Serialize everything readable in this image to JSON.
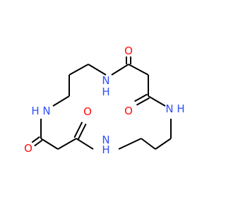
{
  "molecule": {
    "colors": {
      "bond": "#000000",
      "nitrogen": "#3050F8",
      "oxygen": "#FF0D0D"
    },
    "atom_labels": {
      "o_top": "O",
      "nh_top_left": "N",
      "h_top_left": "H",
      "o_mid": "O",
      "nh_right": "N",
      "h_right": "H",
      "nh_left": "N",
      "h_left": "H",
      "o_bottom_mid": "O",
      "o_bottom_left": "O",
      "nh_bottom": "N",
      "h_bottom": "H"
    }
  }
}
